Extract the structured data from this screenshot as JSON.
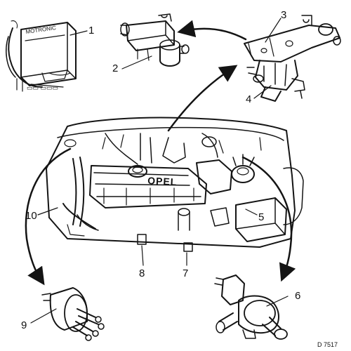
{
  "ecu_label": "MOTRONIC",
  "engine_brand": "OPEL",
  "drawing_code": "D 7517",
  "callouts": [
    {
      "id": "1",
      "text": "1"
    },
    {
      "id": "2",
      "text": "2"
    },
    {
      "id": "3",
      "text": "3"
    },
    {
      "id": "4",
      "text": "4"
    },
    {
      "id": "5",
      "text": "5"
    },
    {
      "id": "6",
      "text": "6"
    },
    {
      "id": "7",
      "text": "7"
    },
    {
      "id": "8",
      "text": "8"
    },
    {
      "id": "9",
      "text": "9"
    },
    {
      "id": "10",
      "text": "10"
    }
  ]
}
